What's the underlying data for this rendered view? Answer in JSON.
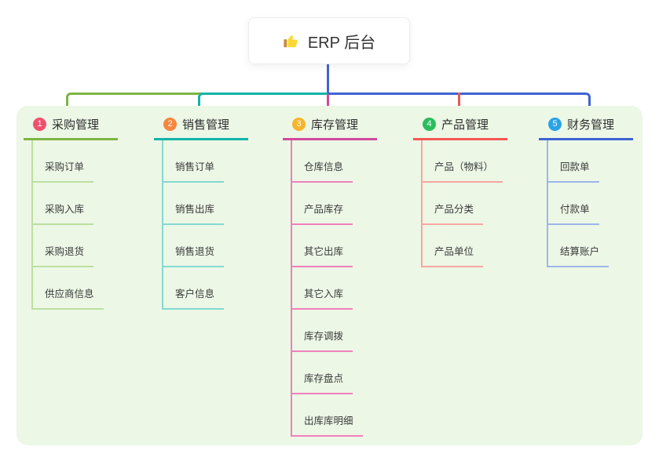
{
  "root": {
    "title": "ERP 后台",
    "icon": "thumbs-up"
  },
  "colors": {
    "root_connector": "#4663d2",
    "panel_bg": "#ecf7e6",
    "node_bg": "#ffffff"
  },
  "branches": [
    {
      "index": "1",
      "title": "采购管理",
      "badge_color": "#f0506e",
      "line_color": "#7db542",
      "child_line_color": "#bcdf9e",
      "children": [
        "采购订单",
        "采购入库",
        "采购退货",
        "供应商信息"
      ]
    },
    {
      "index": "2",
      "title": "销售管理",
      "badge_color": "#f8863d",
      "line_color": "#14b3a9",
      "child_line_color": "#85d8d1",
      "children": [
        "销售订单",
        "销售出库",
        "销售退货",
        "客户信息"
      ]
    },
    {
      "index": "3",
      "title": "库存管理",
      "badge_color": "#f7b52c",
      "line_color": "#d1499c",
      "child_line_color": "#f080bb",
      "children": [
        "仓库信息",
        "产品库存",
        "其它出库",
        "其它入库",
        "库存调拨",
        "库存盘点",
        "出库库明细"
      ]
    },
    {
      "index": "4",
      "title": "产品管理",
      "badge_color": "#2abd5c",
      "line_color": "#f25753",
      "child_line_color": "#f8a6a2",
      "children": [
        "产品（物料）",
        "产品分类",
        "产品单位"
      ]
    },
    {
      "index": "5",
      "title": "财务管理",
      "badge_color": "#2aa3e8",
      "line_color": "#3f63d4",
      "child_line_color": "#9db6e8",
      "children": [
        "回款单",
        "付款单",
        "结算账户"
      ]
    }
  ]
}
